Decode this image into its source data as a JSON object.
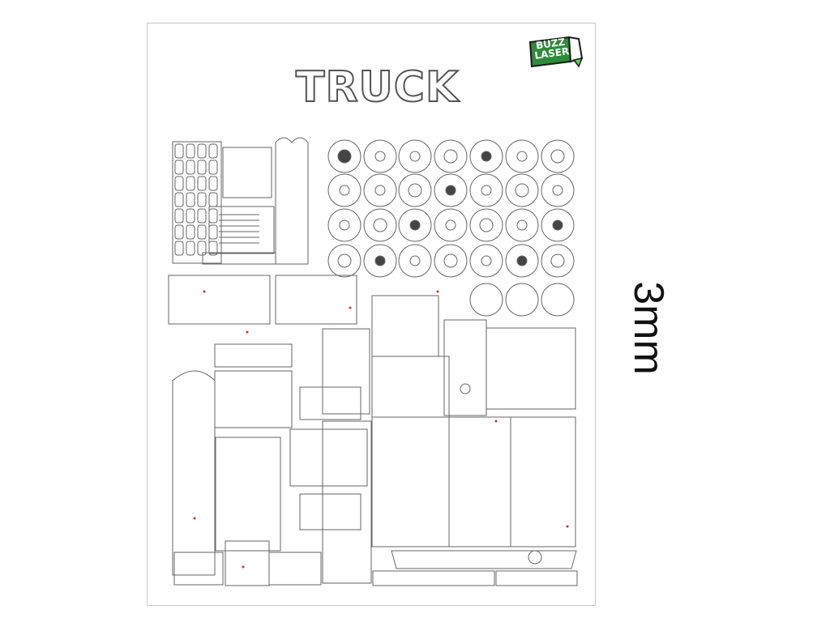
{
  "sheet": {
    "title": "TRUCK",
    "thickness_label": "3mm"
  },
  "logo": {
    "brand_line1": "BUZZ",
    "brand_line2": "LASER",
    "icon": "laser-pencil-icon",
    "colors": {
      "primary": "#2e8b3a",
      "accent": "#5fd35f",
      "outline": "#1b1b1b"
    }
  },
  "colors": {
    "cut_line": "#666666",
    "mark": "#c0392b",
    "background": "#ffffff"
  }
}
